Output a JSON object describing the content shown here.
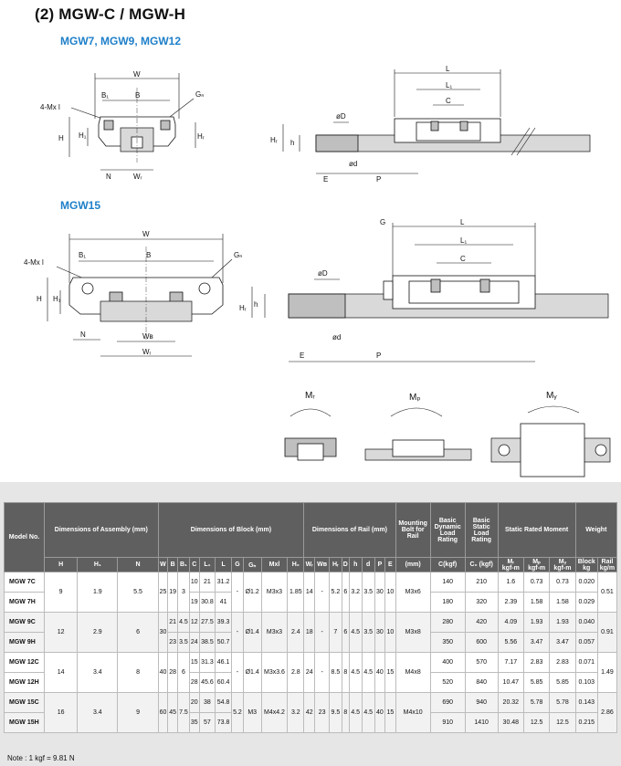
{
  "title": "(2) MGW-C / MGW-H",
  "subtitle_small": "MGW7, MGW9, MGW12",
  "subtitle_large": "MGW15",
  "drawing_labels": {
    "W": "W",
    "B": "B",
    "B1": "B₁",
    "GN": "Gₙ",
    "mxl": "4-Mx l",
    "H": "H",
    "H1": "H₁",
    "N": "N",
    "WR": "Wᵣ",
    "WB": "Wʙ",
    "L": "L",
    "L1": "L₁",
    "C": "C",
    "G": "G",
    "HR": "Hᵣ",
    "h": "h",
    "D": "øD",
    "d": "ød",
    "E": "E",
    "P": "P",
    "MR": "Mᵣ",
    "MP": "Mₚ",
    "MY": "Mᵧ"
  },
  "table": {
    "headers": {
      "model": "Model No.",
      "assembly": "Dimensions of Assembly (mm)",
      "block": "Dimensions of Block (mm)",
      "rail": "Dimensions of Rail (mm)",
      "bolt": "Mounting Bolt for Rail",
      "dyn": "Basic Dynamic Load Rating",
      "stat": "Basic Static Load Rating",
      "moment": "Static Rated Moment",
      "weight": "Weight"
    },
    "sub_headers": [
      "H",
      "H₁",
      "N",
      "W",
      "B",
      "B₁",
      "C",
      "L₁",
      "L",
      "G",
      "Gₙ",
      "Mxl",
      "H₂",
      "Wᵣ",
      "Wʙ",
      "Hᵣ",
      "D",
      "h",
      "d",
      "P",
      "E",
      "(mm)",
      "C(kgf)",
      "C₀ (kgf)",
      "Mᵣ",
      "Mₚ",
      "Mᵧ",
      "Block",
      "Rail"
    ],
    "weight_units": [
      "kgf-m",
      "kgf-m",
      "kgf-m",
      "kg",
      "kg/m"
    ],
    "moment_subs": [
      "Mᵣ",
      "Mₚ",
      "Mᵧ"
    ],
    "weight_subs": [
      "Block",
      "Rail"
    ],
    "units": [
      "kgf-m",
      "kgf-m",
      "kgf-m",
      "kg",
      "kg/m"
    ],
    "groups": [
      {
        "shared": {
          "H": "9",
          "H1": "1.9",
          "N": "5.5",
          "W": "25",
          "B": "19",
          "B1": "3",
          "G": "-",
          "GN": "Ø1.2",
          "Mxl": "M3x3",
          "H2": "1.85",
          "WR": "14",
          "WB": "-",
          "HR": "5.2",
          "D": "6",
          "h": "3.2",
          "d": "3.5",
          "P": "30",
          "E": "10",
          "bolt": "M3x6",
          "rail_w": "0.51"
        },
        "rows": [
          {
            "model": "MGW 7C",
            "C": "10",
            "L1": "21",
            "L": "31.2",
            "dyn": "140",
            "stat": "210",
            "MR": "1.6",
            "MP": "0.73",
            "MY": "0.73",
            "block": "0.020"
          },
          {
            "model": "MGW 7H",
            "C": "19",
            "L1": "30.8",
            "L": "41",
            "dyn": "180",
            "stat": "320",
            "MR": "2.39",
            "MP": "1.58",
            "MY": "1.58",
            "block": "0.029"
          }
        ]
      },
      {
        "shared": {
          "H": "12",
          "H1": "2.9",
          "N": "6",
          "W": "30",
          "B": "",
          "B1": "",
          "G": "-",
          "GN": "Ø1.4",
          "Mxl": "M3x3",
          "H2": "2.4",
          "WR": "18",
          "WB": "-",
          "HR": "7",
          "D": "6",
          "h": "4.5",
          "d": "3.5",
          "P": "30",
          "E": "10",
          "bolt": "M3x8",
          "rail_w": "0.91"
        },
        "rows": [
          {
            "model": "MGW 9C",
            "B": "21",
            "B1": "4.5",
            "C": "12",
            "L1": "27.5",
            "L": "39.3",
            "dyn": "280",
            "stat": "420",
            "MR": "4.09",
            "MP": "1.93",
            "MY": "1.93",
            "block": "0.040"
          },
          {
            "model": "MGW 9H",
            "B": "23",
            "B1": "3.5",
            "C": "24",
            "L1": "38.5",
            "L": "50.7",
            "dyn": "350",
            "stat": "600",
            "MR": "5.56",
            "MP": "3.47",
            "MY": "3.47",
            "block": "0.057"
          }
        ]
      },
      {
        "shared": {
          "H": "14",
          "H1": "3.4",
          "N": "8",
          "W": "40",
          "B": "28",
          "B1": "6",
          "G": "-",
          "GN": "Ø1.4",
          "Mxl": "M3x3.6",
          "H2": "2.8",
          "WR": "24",
          "WB": "-",
          "HR": "8.5",
          "D": "8",
          "h": "4.5",
          "d": "4.5",
          "P": "40",
          "E": "15",
          "bolt": "M4x8",
          "rail_w": "1.49"
        },
        "rows": [
          {
            "model": "MGW 12C",
            "C": "15",
            "L1": "31.3",
            "L": "46.1",
            "dyn": "400",
            "stat": "570",
            "MR": "7.17",
            "MP": "2.83",
            "MY": "2.83",
            "block": "0.071"
          },
          {
            "model": "MGW 12H",
            "C": "28",
            "L1": "45.6",
            "L": "60.4",
            "dyn": "520",
            "stat": "840",
            "MR": "10.47",
            "MP": "5.85",
            "MY": "5.85",
            "block": "0.103"
          }
        ]
      },
      {
        "shared": {
          "H": "16",
          "H1": "3.4",
          "N": "9",
          "W": "60",
          "B": "45",
          "B1": "7.5",
          "G": "5.2",
          "GN": "M3",
          "Mxl": "M4x4.2",
          "H2": "3.2",
          "WR": "42",
          "WB": "23",
          "HR": "9.5",
          "D": "8",
          "h": "4.5",
          "d": "4.5",
          "P": "40",
          "E": "15",
          "bolt": "M4x10",
          "rail_w": "2.86"
        },
        "rows": [
          {
            "model": "MGW 15C",
            "C": "20",
            "L1": "38",
            "L": "54.8",
            "dyn": "690",
            "stat": "940",
            "MR": "20.32",
            "MP": "5.78",
            "MY": "5.78",
            "block": "0.143"
          },
          {
            "model": "MGW 15H",
            "C": "35",
            "L1": "57",
            "L": "73.8",
            "dyn": "910",
            "stat": "1410",
            "MR": "30.48",
            "MP": "12.5",
            "MY": "12.5",
            "block": "0.215"
          }
        ]
      }
    ]
  },
  "note": "Note : 1 kgf = 9.81 N"
}
